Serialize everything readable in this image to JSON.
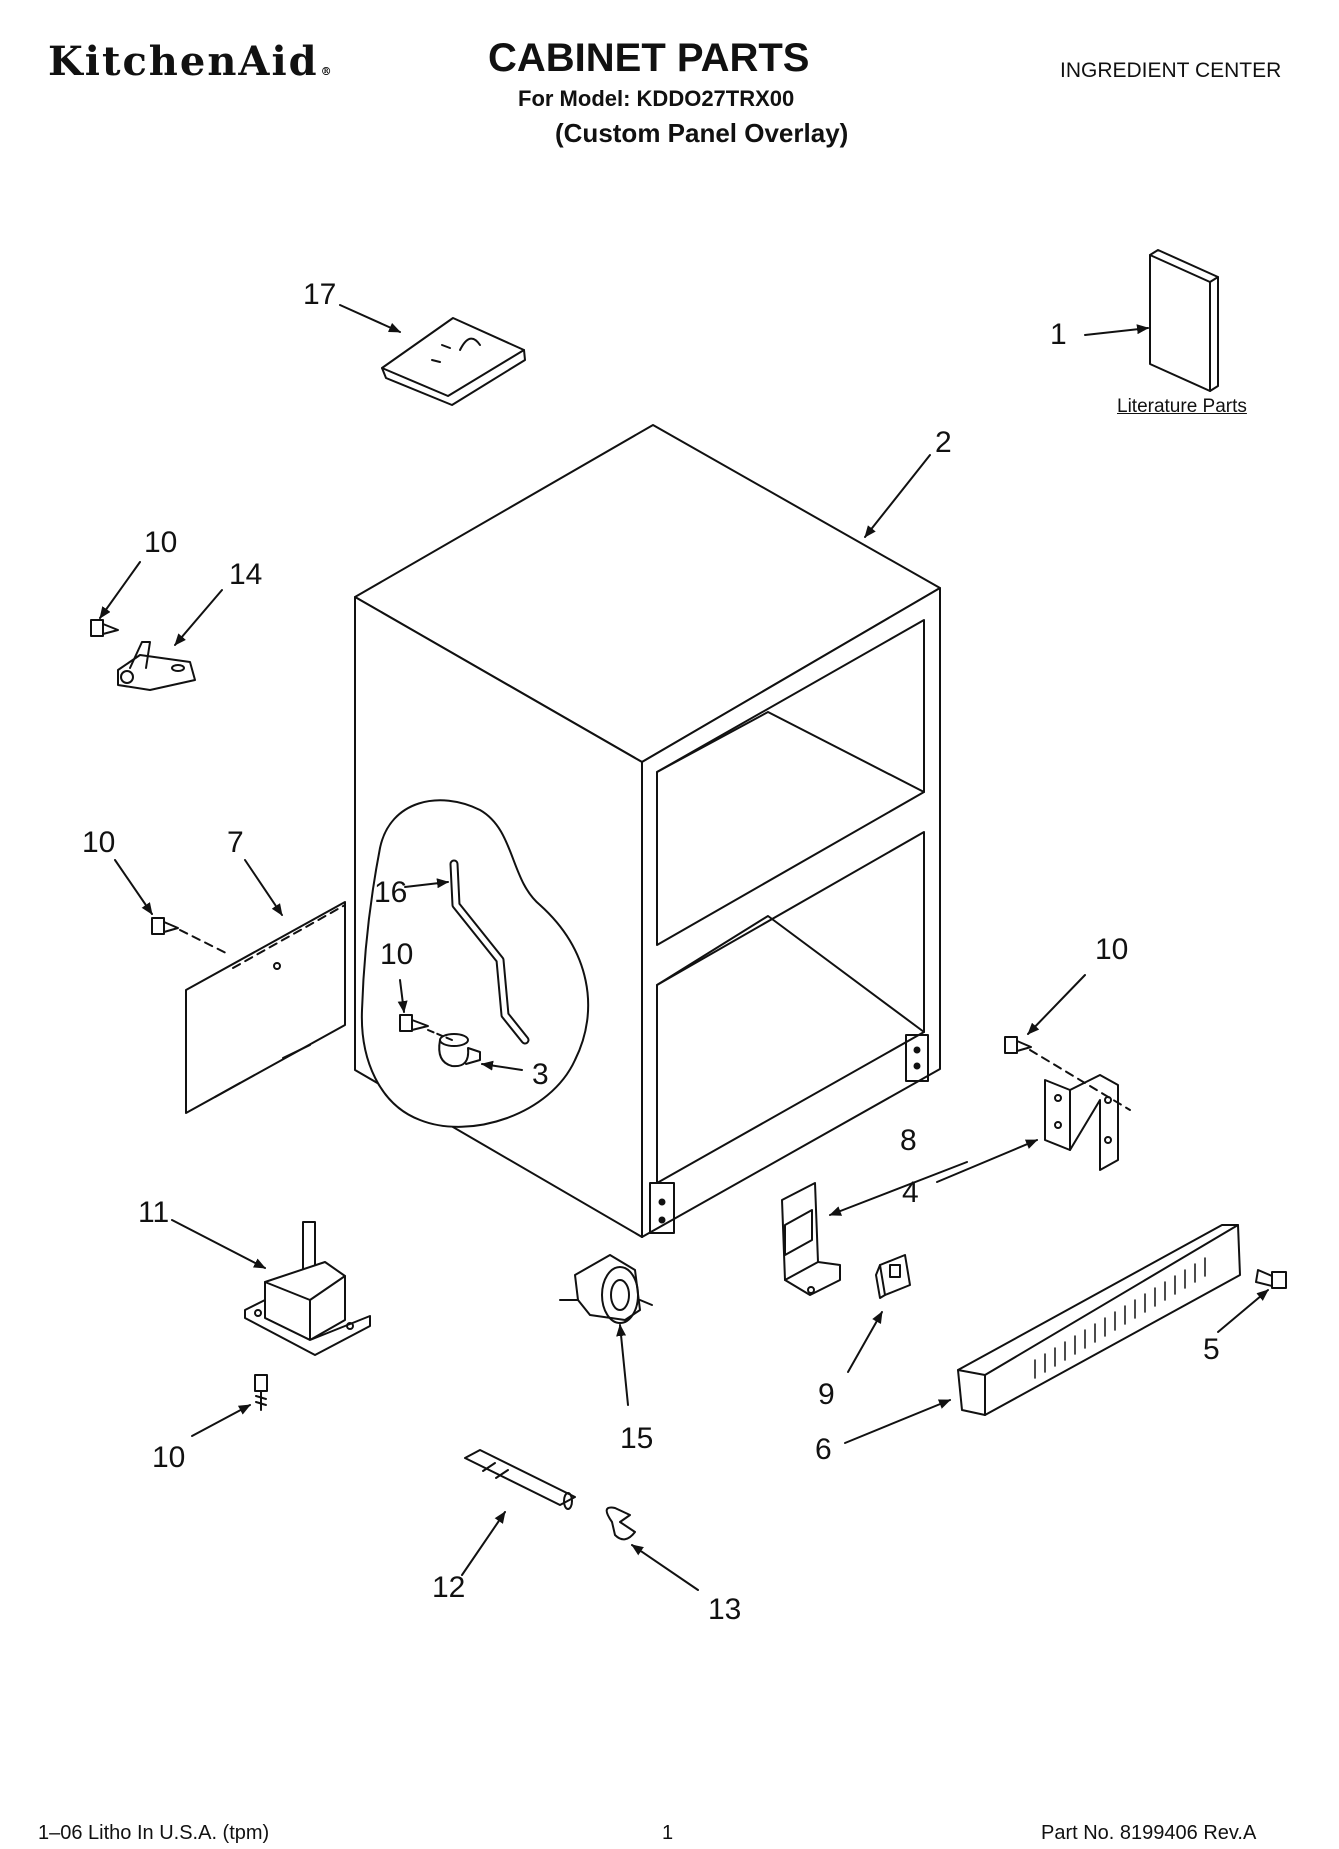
{
  "header": {
    "brand": "KitchenAid",
    "brand_mark": "®",
    "title": "CABINET PARTS",
    "model_line": "For Model: KDDO27TRX00",
    "subtitle": "(Custom Panel Overlay)",
    "section": "INGREDIENT CENTER"
  },
  "diagram": {
    "literature_label": "Literature Parts",
    "callouts": [
      {
        "id": "c17",
        "label": "17"
      },
      {
        "id": "c1",
        "label": "1"
      },
      {
        "id": "c2",
        "label": "2"
      },
      {
        "id": "c10a",
        "label": "10"
      },
      {
        "id": "c14",
        "label": "14"
      },
      {
        "id": "c10b",
        "label": "10"
      },
      {
        "id": "c7",
        "label": "7"
      },
      {
        "id": "c16",
        "label": "16"
      },
      {
        "id": "c10c",
        "label": "10"
      },
      {
        "id": "c3",
        "label": "3"
      },
      {
        "id": "c10d",
        "label": "10"
      },
      {
        "id": "c8",
        "label": "8"
      },
      {
        "id": "c4",
        "label": "4"
      },
      {
        "id": "c11",
        "label": "11"
      },
      {
        "id": "c15",
        "label": "15"
      },
      {
        "id": "c9",
        "label": "9"
      },
      {
        "id": "c5",
        "label": "5"
      },
      {
        "id": "c6",
        "label": "6"
      },
      {
        "id": "c10e",
        "label": "10"
      },
      {
        "id": "c12",
        "label": "12"
      },
      {
        "id": "c13",
        "label": "13"
      }
    ]
  },
  "footer": {
    "left": "1–06 Litho In U.S.A. (tpm)",
    "center": "1",
    "right": "Part No. 8199406 Rev.A"
  }
}
